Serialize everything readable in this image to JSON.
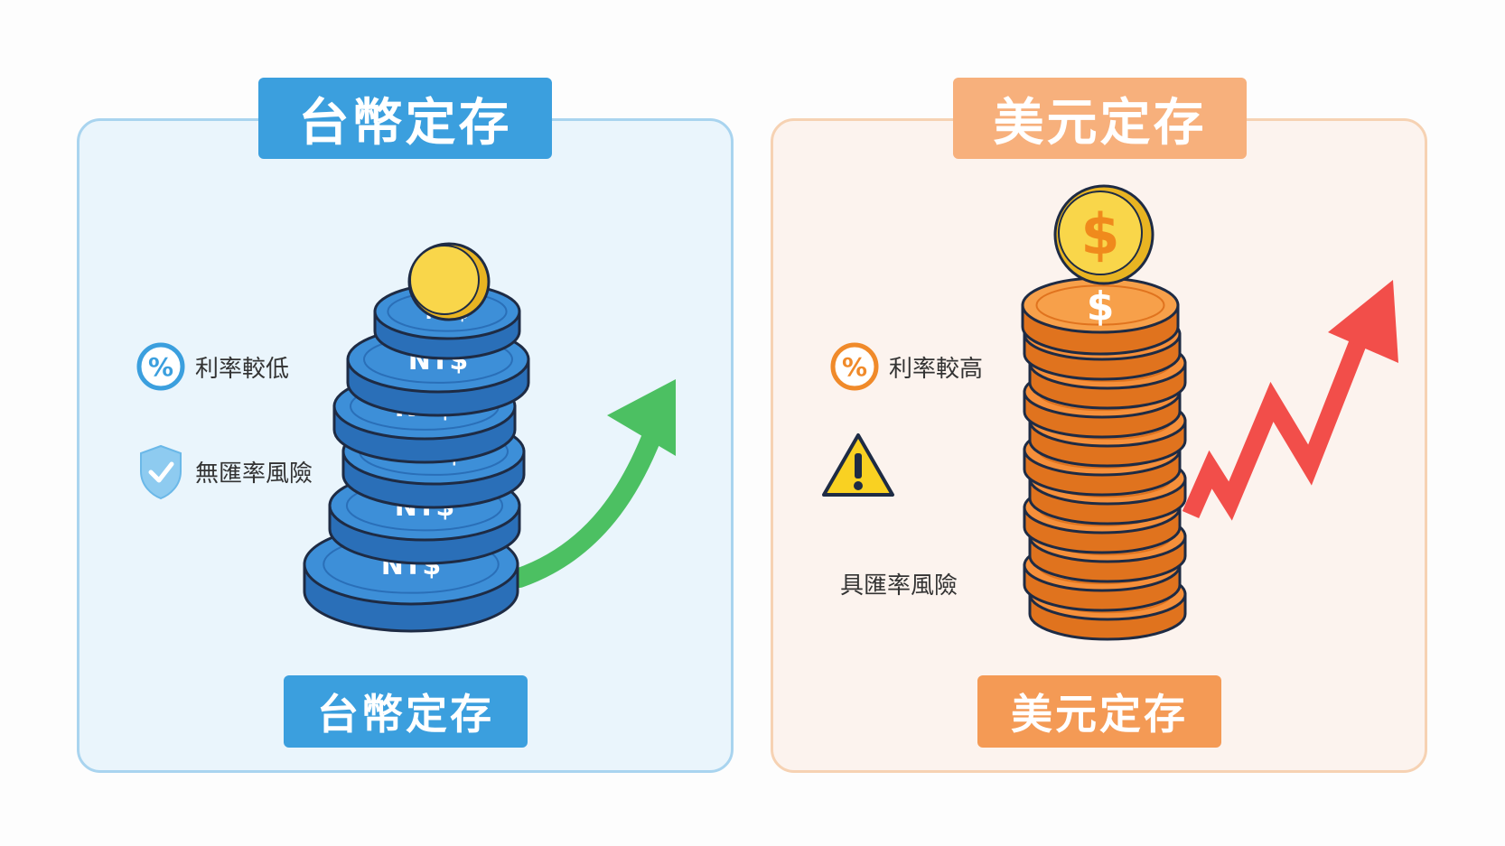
{
  "left": {
    "title": "台幣定存",
    "bottom_label": "台幣定存",
    "features": [
      {
        "icon": "percent-icon",
        "label": "利率較低"
      },
      {
        "icon": "shield-check-icon",
        "label": "無匯率風險"
      }
    ],
    "coin_text": "NT$",
    "colors": {
      "accent": "#3b9fde",
      "coin": "#3d8fd8",
      "arrow": "#4cc062"
    }
  },
  "right": {
    "title": "美元定存",
    "bottom_label": "美元定存",
    "features": [
      {
        "icon": "percent-icon",
        "label": "利率較高"
      },
      {
        "icon": "warning-icon",
        "label": "具匯率風險"
      }
    ],
    "coin_text": "$",
    "colors": {
      "accent": "#f49a55",
      "coin": "#f58f3a",
      "arrow": "#f24e4a"
    }
  }
}
